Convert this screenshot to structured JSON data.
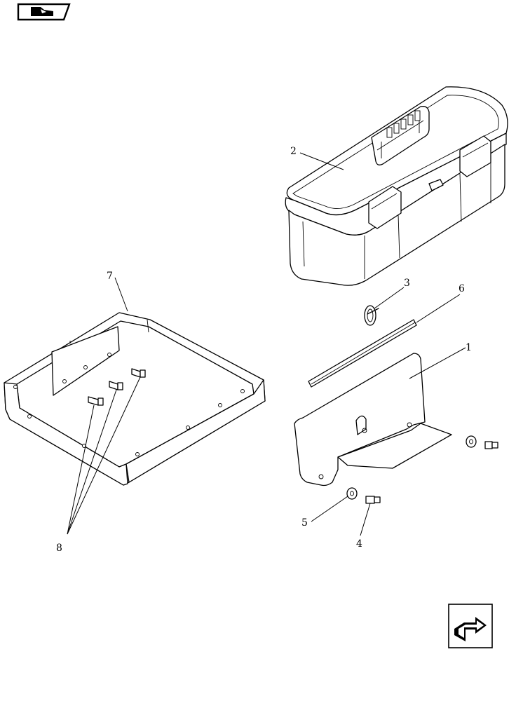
{
  "diagram": {
    "callouts": [
      {
        "id": "1",
        "label": "1"
      },
      {
        "id": "2",
        "label": "2"
      },
      {
        "id": "3",
        "label": "3"
      },
      {
        "id": "4",
        "label": "4"
      },
      {
        "id": "5",
        "label": "5"
      },
      {
        "id": "6",
        "label": "6"
      },
      {
        "id": "7",
        "label": "7"
      },
      {
        "id": "8",
        "label": "8"
      }
    ],
    "icons": {
      "top_left": "book-hand-icon",
      "bottom_right": "next-page-arrow-icon"
    }
  }
}
